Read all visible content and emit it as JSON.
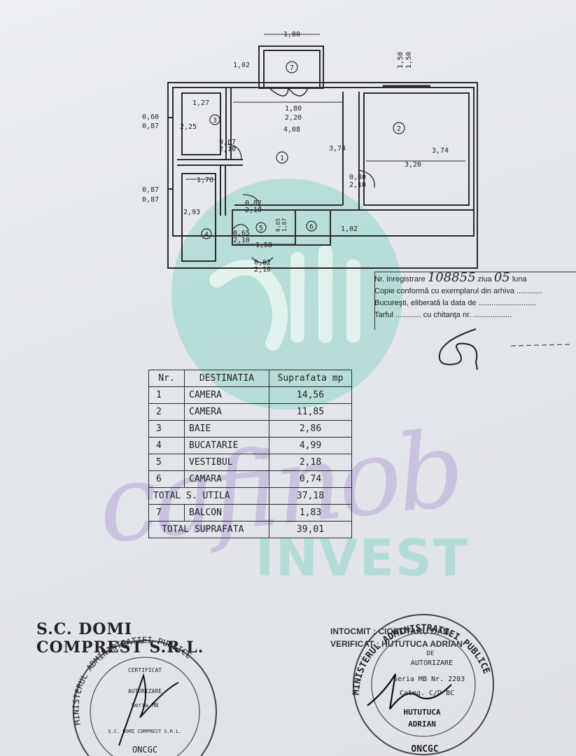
{
  "plan": {
    "dims": {
      "balcony_width": "1,80",
      "balcony_depth": "1,02",
      "window_top": "1,50",
      "window_top2": "1,50",
      "bath_width": "1,27",
      "bath_win_a": "0,60",
      "bath_win_b": "0,87",
      "bath_height": "2,25",
      "door_balcony_a": "1,80",
      "door_balcony_b": "2,20",
      "room1_width": "4,08",
      "room1_height": "3,74",
      "door_bath_a": "0,67",
      "door_bath_b": "2,10",
      "kitchen_width": "1,78",
      "kitchen_win_a": "0,87",
      "kitchen_win_b": "0,87",
      "kitchen_height": "2,93",
      "door_kitchen_a": "0,82",
      "door_kitchen_b": "2,10",
      "door_vest_a": "0,65",
      "door_vest_b": "2,10",
      "vest_width": "1,58",
      "pantry_a": "0,65",
      "pantry_b": "1,87",
      "pantry_depth": "1,02",
      "door_entry_a": "0,82",
      "door_entry_b": "2,10",
      "room2_width": "3,20",
      "room2_height": "3,74",
      "door_room2_a": "0,80",
      "door_room2_b": "2,10"
    },
    "labels": [
      "1",
      "2",
      "3",
      "4",
      "5",
      "6",
      "7"
    ]
  },
  "registration": {
    "line1_label": "Nr. Inregistrare",
    "line1_value": "108855",
    "line1_ziua": "ziua",
    "line1_ziua_value": "05",
    "line1_luna": "luna",
    "line2": "Copie conformă cu exemplarul din arhiva",
    "line3": "Bucureşti, eliberată la data de",
    "line4_label": "Tarful",
    "line4_mid": "cu chitanţa nr."
  },
  "legend": {
    "headers": [
      "Nr.",
      "DESTINATIA",
      "Suprafata mp"
    ],
    "rows": [
      {
        "nr": "1",
        "dest": "CAMERA",
        "sup": "14,56"
      },
      {
        "nr": "2",
        "dest": "CAMERA",
        "sup": "11,85"
      },
      {
        "nr": "3",
        "dest": "BAIE",
        "sup": "2,86"
      },
      {
        "nr": "4",
        "dest": "BUCATARIE",
        "sup": "4,99"
      },
      {
        "nr": "5",
        "dest": "VESTIBUL",
        "sup": "2,18"
      },
      {
        "nr": "6",
        "dest": "CAMARA",
        "sup": "0,74"
      }
    ],
    "total_utila_label": "TOTAL S. UTILA",
    "total_utila_value": "37,18",
    "balcon": {
      "nr": "7",
      "dest": "BALCON",
      "sup": "1,83"
    },
    "total_label": "TOTAL SUPRAFATA",
    "total_value": "39,01"
  },
  "company": {
    "line1": "S.C. DOMI",
    "line2": "COMPREST S.R.L."
  },
  "author": {
    "intocmit": "INTOCMIT : CIOBOTARU DAN",
    "verificat": "VERIFICAT : HUTUTUCA ADRIAN"
  },
  "watermark": {
    "script": "cafinob",
    "invest": "INVEST"
  },
  "stamp_left": {
    "ring": "MINISTERUL ADMINISTRATIEI PUBLICE",
    "inner": [
      "CERTIFICAT",
      "AUTORIZARE",
      "Seria MB",
      "S.C. DOMI COMPREST S.R.L."
    ],
    "bottom": "ONCGC"
  },
  "stamp_right": {
    "ring": "MINISTERUL ADMINISTRATIEI PUBLICE",
    "inner": [
      "DE",
      "AUTORIZARE",
      "Seria MB Nr. 2283",
      "Categ. C/D BC",
      "HUTUTUCA",
      "ADRIAN"
    ],
    "bottom": "ONCGC"
  },
  "colors": {
    "watermark_teal": "#7fd3c2",
    "watermark_purple": "#b7a9d6",
    "ink": "#222222"
  }
}
